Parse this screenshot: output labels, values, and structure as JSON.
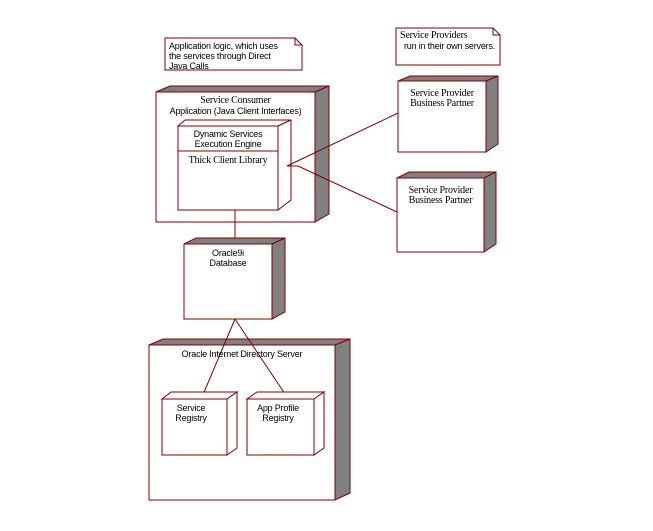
{
  "notes": {
    "app_logic_lines": [
      "Application logic, which uses",
      "the services through Direct",
      "Java Calls"
    ],
    "providers_lines": [
      "Service Providers",
      "run in their own servers."
    ]
  },
  "nodes": {
    "consumer_lines": [
      "Service Consumer",
      "Application (Java Client Interfaces)"
    ],
    "engine_lines": [
      "Dynamic Services",
      "Execution Engine"
    ],
    "library": "Thick Client Library",
    "provider_1_lines": [
      "Service Provider",
      "Business Partner"
    ],
    "provider_2_lines": [
      "Service Provider",
      "Business Partner"
    ],
    "database_lines": [
      "Oracle9i",
      "Database"
    ],
    "oid_server": "Oracle Internet Directory Server",
    "service_registry_lines": [
      "Service",
      "Registry"
    ],
    "app_profile_registry_lines": [
      "App Profile",
      "Registry"
    ]
  },
  "colors": {
    "outline": "#800000",
    "shadow": "#808080",
    "background": "#ffffff",
    "text": "#000000"
  }
}
